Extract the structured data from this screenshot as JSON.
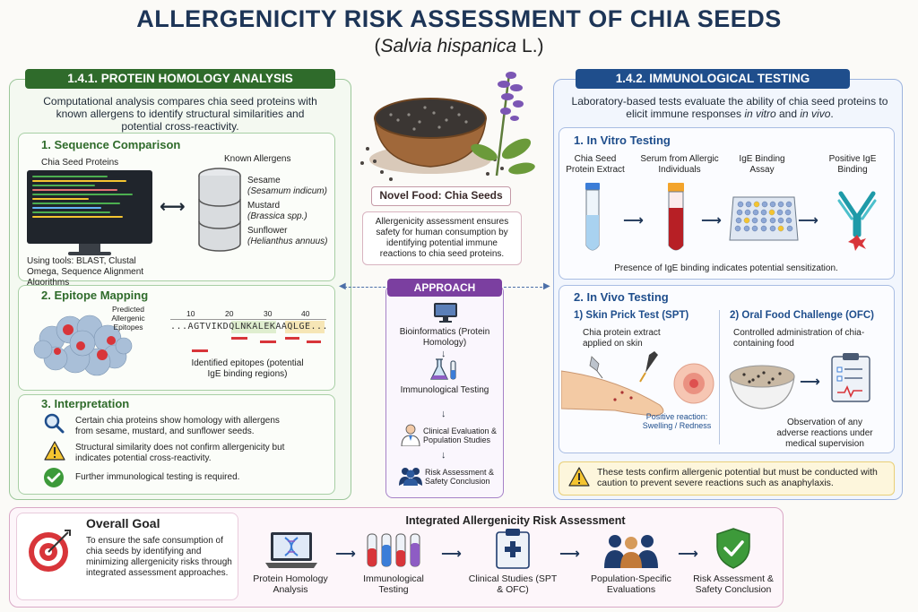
{
  "title": "ALLERGENICITY RISK ASSESSMENT OF CHIA SEEDS",
  "subtitle_sci": "Salvia hispanica",
  "subtitle_tail": " L.)",
  "subtitle_open": "(",
  "left": {
    "header": "1.4.1. PROTEIN HOMOLOGY ANALYSIS",
    "intro": "Computational analysis compares chia seed proteins with known allergens to identify structural similarities and potential cross-reactivity.",
    "seq": {
      "title": "1. Sequence Comparison",
      "chia_label": "Chia Seed Proteins",
      "known_label": "Known Allergens",
      "allergens": [
        {
          "name": "Sesame",
          "sci": "(Sesamum indicum)"
        },
        {
          "name": "Mustard",
          "sci": "(Brassica spp.)"
        },
        {
          "name": "Sunflower",
          "sci": "(Helianthus annuus)"
        }
      ],
      "tools": "Using tools: BLAST, Clustal Omega, Sequence Alignment Algorithms"
    },
    "epitope": {
      "title": "2. Epitope Mapping",
      "predicted": "Predicted Allergenic Epitopes",
      "ticks": [
        "10",
        "20",
        "30",
        "40"
      ],
      "sequence": "...AGTVIKDQLNKALEKAAQLGE...",
      "identified": "Identified epitopes (potential IgE binding regions)"
    },
    "interp": {
      "title": "3. Interpretation",
      "items": [
        "Certain chia proteins show homology with allergens from sesame, mustard, and sunflower seeds.",
        "Structural similarity does not confirm allergenicity but indicates potential cross-reactivity.",
        "Further immunological testing is required."
      ]
    }
  },
  "center": {
    "novel": "Novel Food: Chia Seeds",
    "novel_desc": "Allergenicity assessment ensures safety for human consumption by identifying potential immune reactions to chia seed proteins.",
    "approach": "APPROACH",
    "steps": [
      "Bioinformatics (Protein Homology)",
      "Immunological Testing",
      "Clinical Evaluation & Population Studies",
      "Risk Assessment & Safety Conclusion"
    ]
  },
  "right": {
    "header": "1.4.2. IMMUNOLOGICAL TESTING",
    "intro_a": "Laboratory-based tests evaluate the ability of chia seed proteins to elicit immune responses ",
    "intro_b": "in vitro",
    "intro_c": " and ",
    "intro_d": "in vivo",
    "intro_e": ".",
    "vitro": {
      "title": "1. In Vitro Testing",
      "steps": [
        "Chia Seed Protein Extract",
        "Serum from Allergic Individuals",
        "IgE Binding Assay",
        "Positive IgE Binding"
      ],
      "note": "Presence of IgE binding indicates potential sensitization."
    },
    "vivo": {
      "title": "2. In Vivo Testing",
      "spt_title": "1) Skin Prick Test (SPT)",
      "spt_desc": "Chia protein extract applied on skin",
      "spt_result": "Positive reaction: Swelling / Redness",
      "ofc_title": "2) Oral Food Challenge (OFC)",
      "ofc_desc": "Controlled administration of chia-containing food",
      "ofc_result": "Observation of any adverse reactions under medical supervision"
    },
    "warning": "These tests confirm allergenic potential but must be conducted with caution to prevent severe reactions such as anaphylaxis."
  },
  "bottom": {
    "goal_title": "Overall Goal",
    "goal_desc": "To ensure the safe consumption of chia seeds by identifying and minimizing allergenicity risks through integrated assessment approaches.",
    "integrated_title": "Integrated Allergenicity Risk Assessment",
    "steps": [
      "Protein Homology Analysis",
      "Immunological Testing",
      "Clinical Studies (SPT & OFC)",
      "Population-Specific Evaluations",
      "Risk Assessment & Safety Conclusion"
    ]
  },
  "colors": {
    "green": "#2f6b2b",
    "blue": "#1f4e8c",
    "purple": "#7b3fa0",
    "navy": "#1d3557"
  }
}
